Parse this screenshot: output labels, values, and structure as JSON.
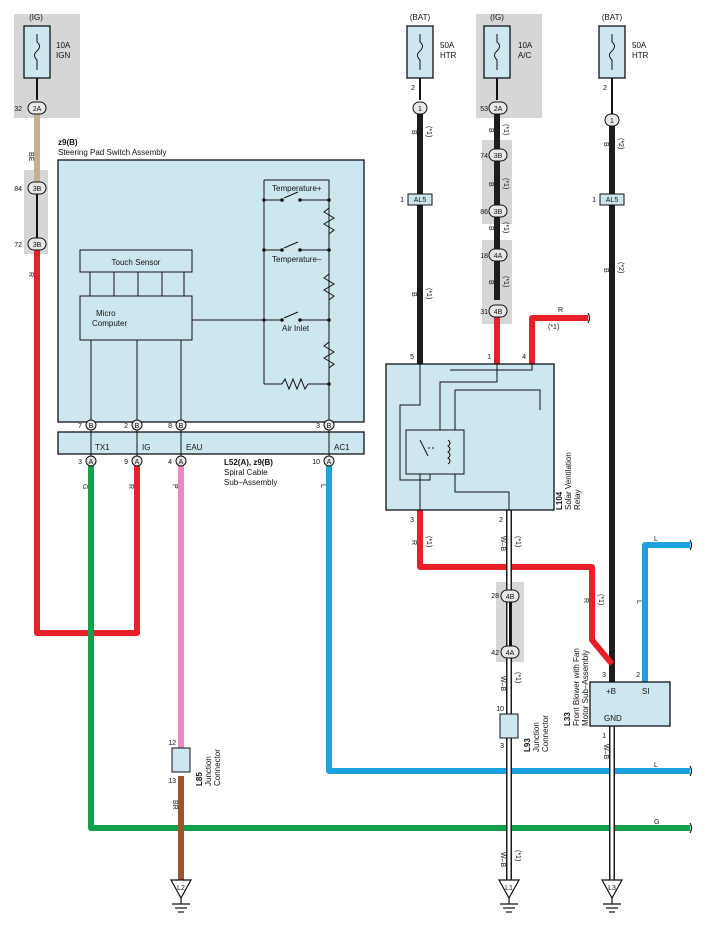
{
  "power": {
    "ig1_source": "(IG)",
    "ig1_fuse": "10A",
    "ig1_name": "IGN",
    "bat1_source": "(BAT)",
    "bat1_fuse": "50A",
    "bat1_name": "HTR",
    "ig2_source": "(IG)",
    "ig2_fuse": "10A",
    "ig2_name": "A/C",
    "bat2_source": "(BAT)",
    "bat2_fuse": "50A",
    "bat2_name": "HTR"
  },
  "connectors": {
    "c32": "32",
    "c2a_1": "2A",
    "c84": "84",
    "c3b_1": "3B",
    "c72": "72",
    "c3b_2": "3B",
    "c2_left": "2",
    "c1_left": "1",
    "c1_al5_left": "1",
    "al5_left": "AL5",
    "c53": "53",
    "c2a_2": "2A",
    "c74": "74",
    "c3b_3": "3B",
    "c86": "86",
    "c3b_4": "3B",
    "c18": "18",
    "c4a_1": "4A",
    "c31": "31",
    "c4b_1": "4B",
    "c2_right": "2",
    "c1_right": "1",
    "c1_al5_right": "1",
    "al5_right": "AL5",
    "c28": "28",
    "c4b_2": "4B",
    "c42": "42",
    "c4a_2": "4A",
    "c12": "12",
    "c13": "13",
    "c10": "10",
    "c3_l93": "3"
  },
  "wires": {
    "be": "BE",
    "r1": "R",
    "b1": "B",
    "b1_note": "(*1)",
    "b2": "B",
    "b2_note": "(*1)",
    "b3": "B",
    "b3_note": "(*1)",
    "b4": "B",
    "b4_note": "(*1)",
    "b5": "B",
    "b5_note": "(*1)",
    "b6": "B",
    "b6_note": "(*1)",
    "b7": "B",
    "b7_note": "(*2)",
    "b8": "B",
    "b8_note": "(*2)",
    "r_out": "R",
    "r_out_note": "(*1)",
    "g": "G",
    "r2": "R",
    "p": "P",
    "l": "L",
    "br": "BR",
    "r3": "R",
    "r3_note": "(*1)",
    "wb1": "W–B",
    "wb1_note": "(*1)",
    "r4": "R",
    "r4_note": "(*1)",
    "l_right": "L",
    "wb2": "W–B",
    "wb2_note": "(*1)",
    "wb3": "W–B",
    "wb3_note": "(*1)",
    "wb4": "W–B",
    "l_out": "L",
    "g_out": "G"
  },
  "steering_pad": {
    "code": "z9(B)",
    "name": "Steering Pad Switch Assembly",
    "touch_sensor": "Touch Sensor",
    "micro": "Micro",
    "computer": "Computer",
    "temp_up": "Temperature+",
    "temp_down": "Temperature–",
    "air_inlet": "Air Inlet",
    "pin7": "7",
    "pin2": "2",
    "pin8": "8",
    "pin3": "3",
    "pin_b": "B"
  },
  "spiral": {
    "code": "L52(A), z9(B)",
    "name1": "Spiral Cable",
    "name2": "Sub–Assembly",
    "tx1": "TX1",
    "ig": "IG",
    "eau": "EAU",
    "ac1": "AC1",
    "pin3": "3",
    "pin9": "9",
    "pin4": "4",
    "pin10": "10",
    "pin_a": "A"
  },
  "relay": {
    "code": "L104",
    "name1": "Solar Ventilation",
    "name2": "Relay",
    "pin5": "5",
    "pin1": "1",
    "pin4": "4",
    "pin3": "3",
    "pin2": "2"
  },
  "blower": {
    "code": "L33",
    "name1": "Front Blower with Fan",
    "name2": "Motor Sub–Assembly",
    "plus_b": "+B",
    "si": "SI",
    "gnd": "GND",
    "pin3": "3",
    "pin2": "2",
    "pin1": "1"
  },
  "junctions": {
    "l85_code": "L85",
    "l85_name1": "Junction",
    "l85_name2": "Connector",
    "l93_code": "L93",
    "l93_name1": "Junction",
    "l93_name2": "Connector"
  },
  "grounds": {
    "l2": "L2",
    "l1": "L1",
    "l3": "L3"
  },
  "colors": {
    "black": "#1c1c1c",
    "red": "#e8202a",
    "blue": "#1ba3e1",
    "green": "#12a14a",
    "pink": "#ef86bf",
    "brown": "#a0522d",
    "beige": "#c6ad94",
    "module": "#cde7f1"
  }
}
